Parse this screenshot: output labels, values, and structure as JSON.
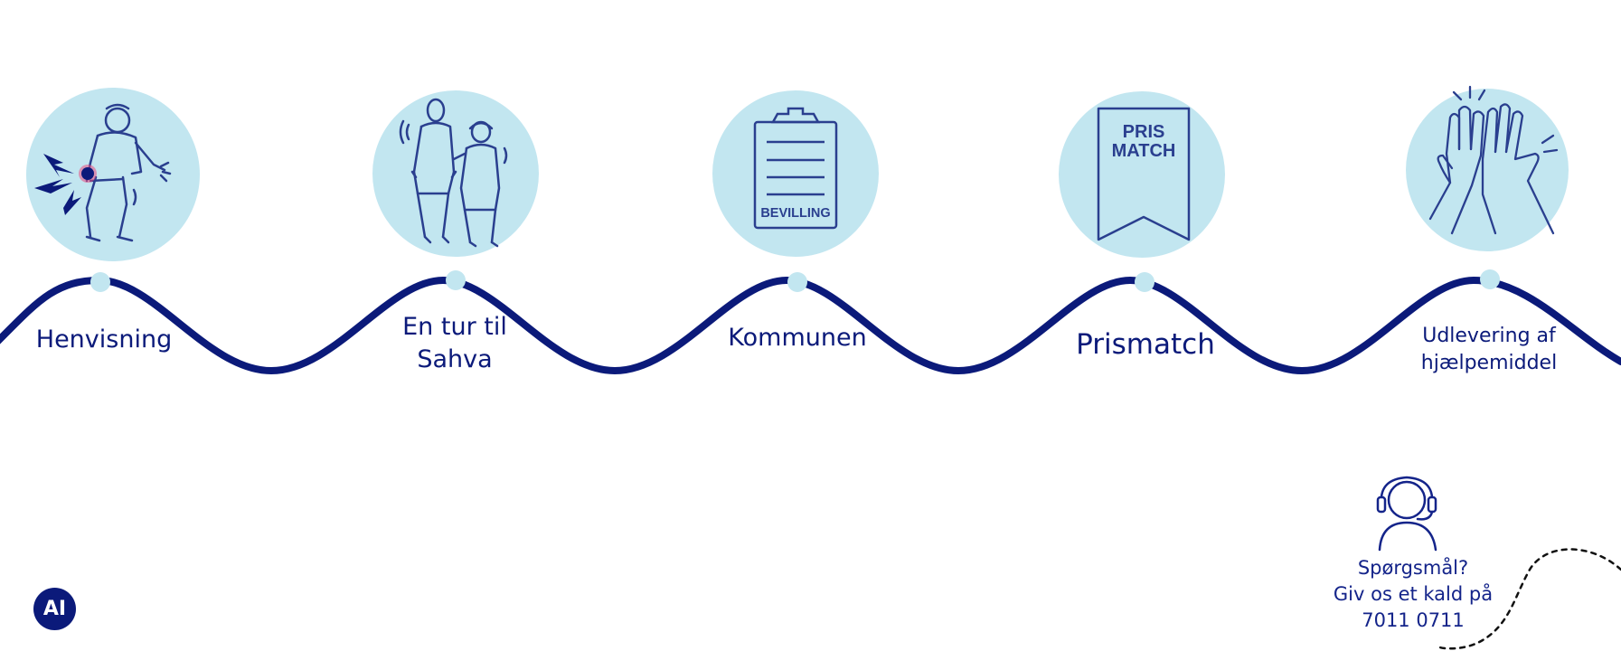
{
  "steps": [
    {
      "label": "Henvisning",
      "icon": "injured-person-icon"
    },
    {
      "label": "En tur til\nSahva",
      "icon": "walking-people-icon"
    },
    {
      "label": "Kommunen",
      "icon": "clipboard-icon",
      "icon_text": "BEVILLING"
    },
    {
      "label": "Prismatch",
      "icon": "ribbon-badge-icon",
      "icon_text_1": "PRIS",
      "icon_text_2": "MATCH"
    },
    {
      "label": "Udlevering af\nhjælpemiddel",
      "icon": "high-five-icon"
    }
  ],
  "support": {
    "icon": "headset-person-icon",
    "title": "Spørgsmål?",
    "line1": "Giv os et kald på",
    "phone": "7011 0711"
  },
  "badge": {
    "label": "AI"
  },
  "colors": {
    "navy": "#0b1a7a",
    "circle_fill": "#c2e6f0",
    "icon_stroke": "#2a3f8f",
    "accent_pink": "#e94b7f"
  }
}
